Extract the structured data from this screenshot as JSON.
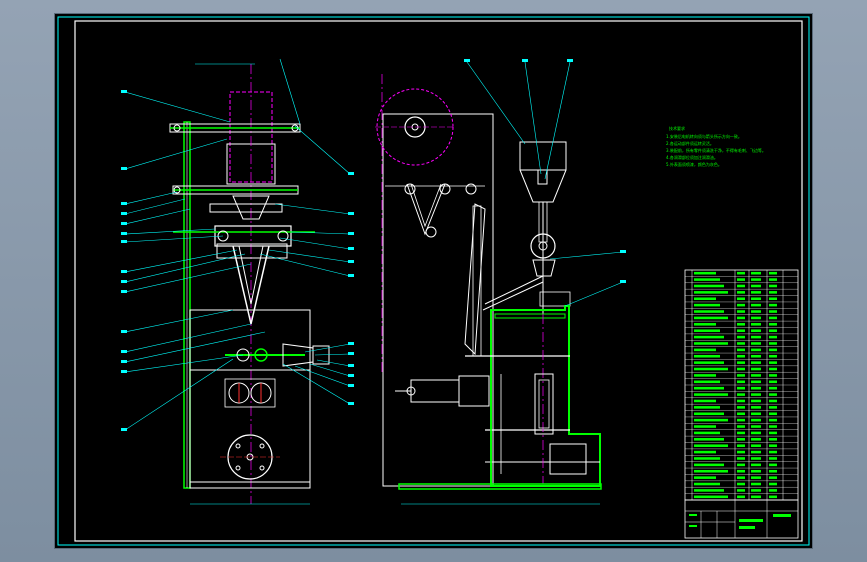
{
  "drawing": {
    "notes": [
      "技术要求",
      "1.安装后电机转向须与箭头所示方向一致。",
      "2.各运动部件须运转灵活。",
      "3.装配前，所有零件须清洗干净，不得有毛刺、飞边等。",
      "4.各润滑部位须加注润滑油。",
      "5.外表面须喷漆，颜色为灰色。"
    ],
    "colors": {
      "background": "#000000",
      "frame": "#00ffff",
      "outline": "#ffffff",
      "body": "#00ff00",
      "leader": "#00ffff",
      "center": "#ff00ff",
      "accent": "#ff3030"
    },
    "parts_rows": 36
  }
}
